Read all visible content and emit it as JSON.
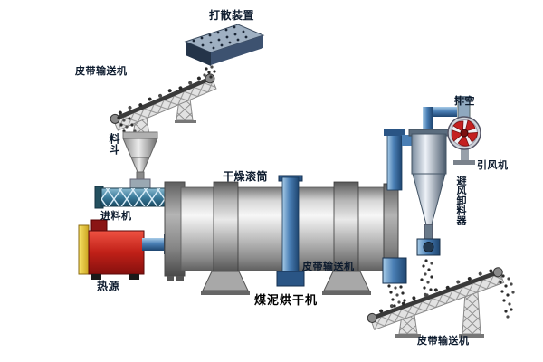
{
  "diagram_title": "煤泥烘干机",
  "labels": {
    "scatter_device": "打散装置",
    "belt_conveyor_top_left": "皮带输送机",
    "hopper": "料斗",
    "feeder": "进料机",
    "heat_source": "热源",
    "drying_drum": "干燥滚筒",
    "belt_conveyor_center": "皮带输送机",
    "dryer_title": "煤泥烘干机",
    "exhaust": "排空",
    "induced_draft_fan": "引风机",
    "airlock_discharger": "避风卸料器",
    "belt_conveyor_bottom_right": "皮带输送机"
  },
  "colors": {
    "pipe_blue": "#4a7fb5",
    "heat_red": "#c02018",
    "heat_yellow": "#e8c040",
    "fan_red": "#c42020",
    "metal_gray": "#c0c0c0",
    "label_text": "#0d1b2e",
    "background": "#ffffff"
  }
}
